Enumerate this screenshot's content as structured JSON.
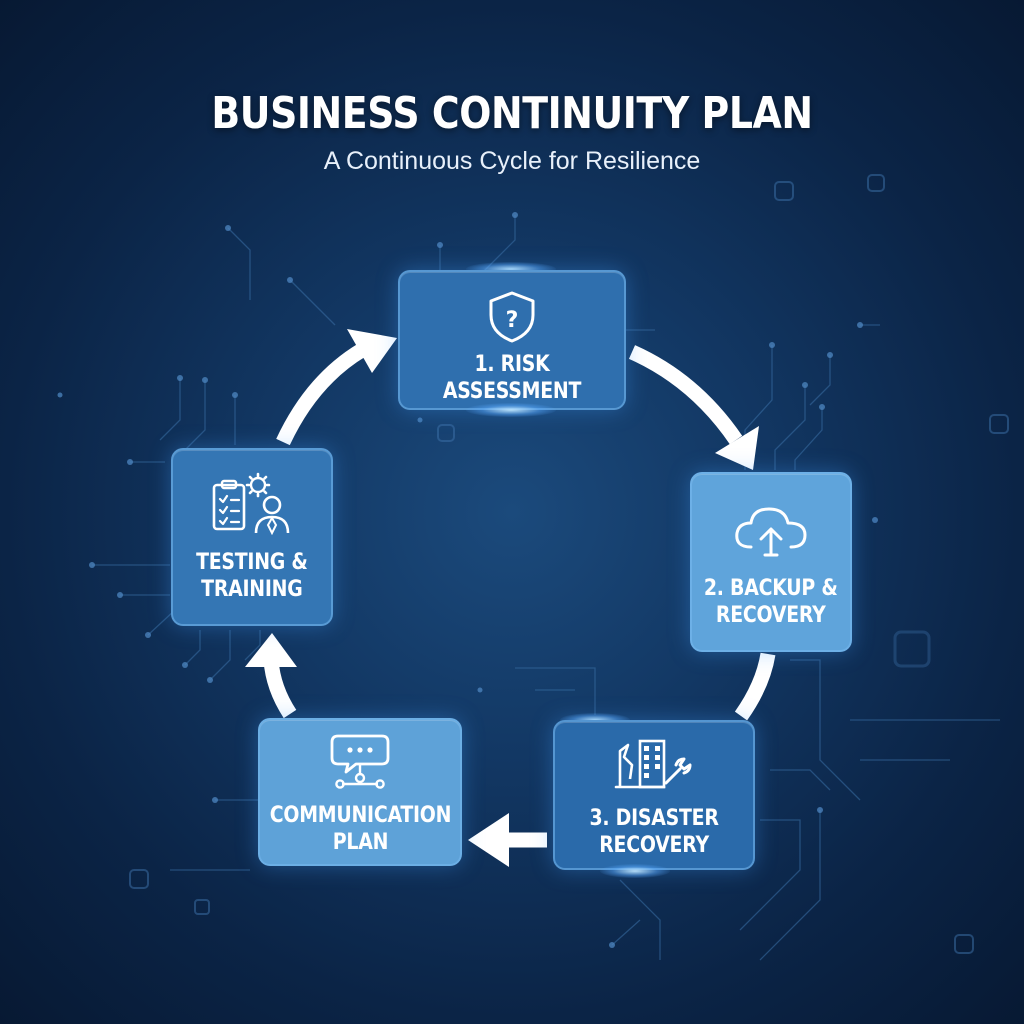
{
  "header": {
    "title": "BUSINESS CONTINUITY PLAN",
    "subtitle": "A Continuous Cycle for Resilience"
  },
  "steps": [
    {
      "label": "1. RISK ASSESSMENT",
      "icon": "shield-question-icon",
      "color": "#2f6fae"
    },
    {
      "label": "2. BACKUP &\nRECOVERY",
      "icon": "cloud-upload-icon",
      "color": "#5fa4db"
    },
    {
      "label": "3. DISASTER\nRECOVERY",
      "icon": "damaged-building-wrench-icon",
      "color": "#2a6aaa"
    },
    {
      "label": "COMMUNICATION\nPLAN",
      "icon": "chat-bubble-network-icon",
      "color": "#5ea2d8"
    },
    {
      "label": "TESTING &\nTRAINING",
      "icon": "checklist-person-gear-icon",
      "color": "#3476b4"
    }
  ],
  "colors": {
    "background": "#0b2446",
    "arrow": "#ffffff",
    "circuit": "#3a6fa5"
  }
}
